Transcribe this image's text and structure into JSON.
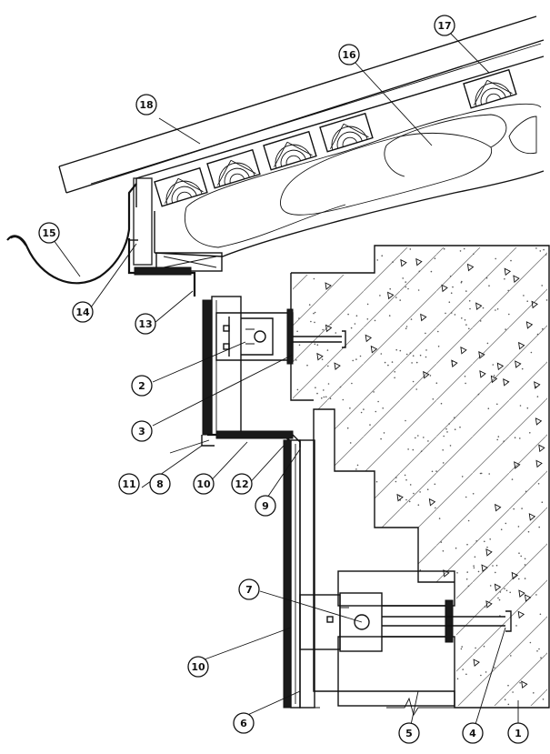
{
  "colors": {
    "ink": "#111111",
    "background": "#ffffff",
    "concrete_dots": "#555555"
  },
  "callouts": [
    {
      "id": "c1",
      "label": "1"
    },
    {
      "id": "c2",
      "label": "2"
    },
    {
      "id": "c3",
      "label": "3"
    },
    {
      "id": "c4",
      "label": "4"
    },
    {
      "id": "c5",
      "label": "5"
    },
    {
      "id": "c6",
      "label": "6"
    },
    {
      "id": "c7",
      "label": "7"
    },
    {
      "id": "c8",
      "label": "8"
    },
    {
      "id": "c9",
      "label": "9"
    },
    {
      "id": "c10a",
      "label": "10"
    },
    {
      "id": "c10b",
      "label": "10"
    },
    {
      "id": "c11",
      "label": "11"
    },
    {
      "id": "c12",
      "label": "12"
    },
    {
      "id": "c13",
      "label": "13"
    },
    {
      "id": "c14",
      "label": "14"
    },
    {
      "id": "c15",
      "label": "15"
    },
    {
      "id": "c16",
      "label": "16"
    },
    {
      "id": "c17",
      "label": "17"
    },
    {
      "id": "c18",
      "label": "18"
    }
  ]
}
